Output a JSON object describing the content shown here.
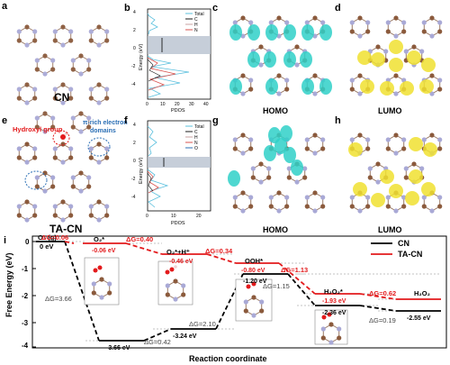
{
  "panels": {
    "a": "a",
    "b": "b",
    "c": "c",
    "d": "d",
    "e": "e",
    "f": "f",
    "g": "g",
    "h": "h",
    "i": "i"
  },
  "labels": {
    "cn": "CN",
    "tacn": "TA-CN",
    "homo": "HOMO",
    "lumo": "LUMO",
    "hydroxyl": "Hydroxyl group",
    "pi_line1": "π-rich electron",
    "pi_line2": "domains"
  },
  "pdos": {
    "ylabel": "Energy (eV)",
    "xlabel": "PDOS",
    "b_ticks_y": [
      "4",
      "2",
      "0",
      "-2",
      "-4"
    ],
    "b_ticks_x": [
      "0",
      "10",
      "20",
      "30",
      "40"
    ],
    "f_ticks_y": [
      "4",
      "2",
      "0",
      "-2",
      "-4"
    ],
    "f_ticks_x": [
      "0",
      "10",
      "20"
    ],
    "b_legend": [
      "Total",
      "C",
      "H",
      "N"
    ],
    "f_legend": [
      "Total",
      "C",
      "H",
      "N",
      "O"
    ],
    "colors": {
      "total": "#5bc0de",
      "c": "#1a1a1a",
      "h": "#c8a0a0",
      "n": "#d9534f",
      "o": "#2b6fb5"
    }
  },
  "energy": {
    "ylabel": "Free Energy (eV)",
    "xlabel": "Reaction coordinate",
    "yticks": [
      "0",
      "-1",
      "-2",
      "-3",
      "-4"
    ],
    "legend": [
      {
        "name": "CN",
        "color": "#000000"
      },
      {
        "name": "TA-CN",
        "color": "#e31a1c"
      }
    ],
    "species": {
      "o2g": "O₂ (g)",
      "zero": "0 eV",
      "o2star": "O₂*",
      "o2h": "O₂*+H⁺",
      "ooh": "OOH*",
      "h2o2star": "H₂O₂*",
      "h2o2": "H₂O₂"
    },
    "cn_values": [
      "-3.66 eV",
      "-3.24 eV",
      "-1.20 eV",
      "-2.36 eV",
      "-2.55 eV"
    ],
    "tacn_values": [
      "-0.06 eV",
      "-0.46 eV",
      "-0.80 eV",
      "-1.93 eV"
    ],
    "cn_deltas": [
      "ΔG=3.66",
      "ΔG=0.42",
      "ΔG=2.10",
      "ΔG=1.15",
      "ΔG=0.19"
    ],
    "tacn_deltas": [
      "ΔG=0.06",
      "ΔG=0.40",
      "ΔG=0.34",
      "ΔG=1.13",
      "ΔG=0.62"
    ]
  }
}
